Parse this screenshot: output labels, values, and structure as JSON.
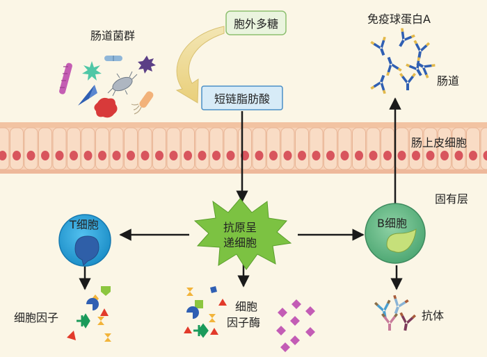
{
  "labels": {
    "gut_flora": "肠道菌群",
    "polysaccharide": "胞外多糖",
    "scfa": "短链脂肪酸",
    "iga": "免疫球蛋白A",
    "lumen": "肠道",
    "epithelium": "肠上皮细胞",
    "lamina_propria": "固有层",
    "apc_line1": "抗原呈",
    "apc_line2": "递细胞",
    "t_cell": "T细胞",
    "b_cell": "B细胞",
    "cytokines": "细胞因子",
    "cytokine_enzyme_line1": "细胞",
    "cytokine_enzyme_line2": "因子酶",
    "antibody": "抗体"
  },
  "colors": {
    "background": "#fbf6e6",
    "epithelium_band": "#f7d2b8",
    "nucleus": "#d8555d",
    "t_cell": "#2da6dd",
    "b_cell": "#6dbf8c",
    "apc": "#7cc242",
    "arrow": "#1a1a1a"
  },
  "icons": [
    "bacteria-icons",
    "antibody-icons",
    "cytokine-shape-icons",
    "enzyme-diamond-icons"
  ]
}
